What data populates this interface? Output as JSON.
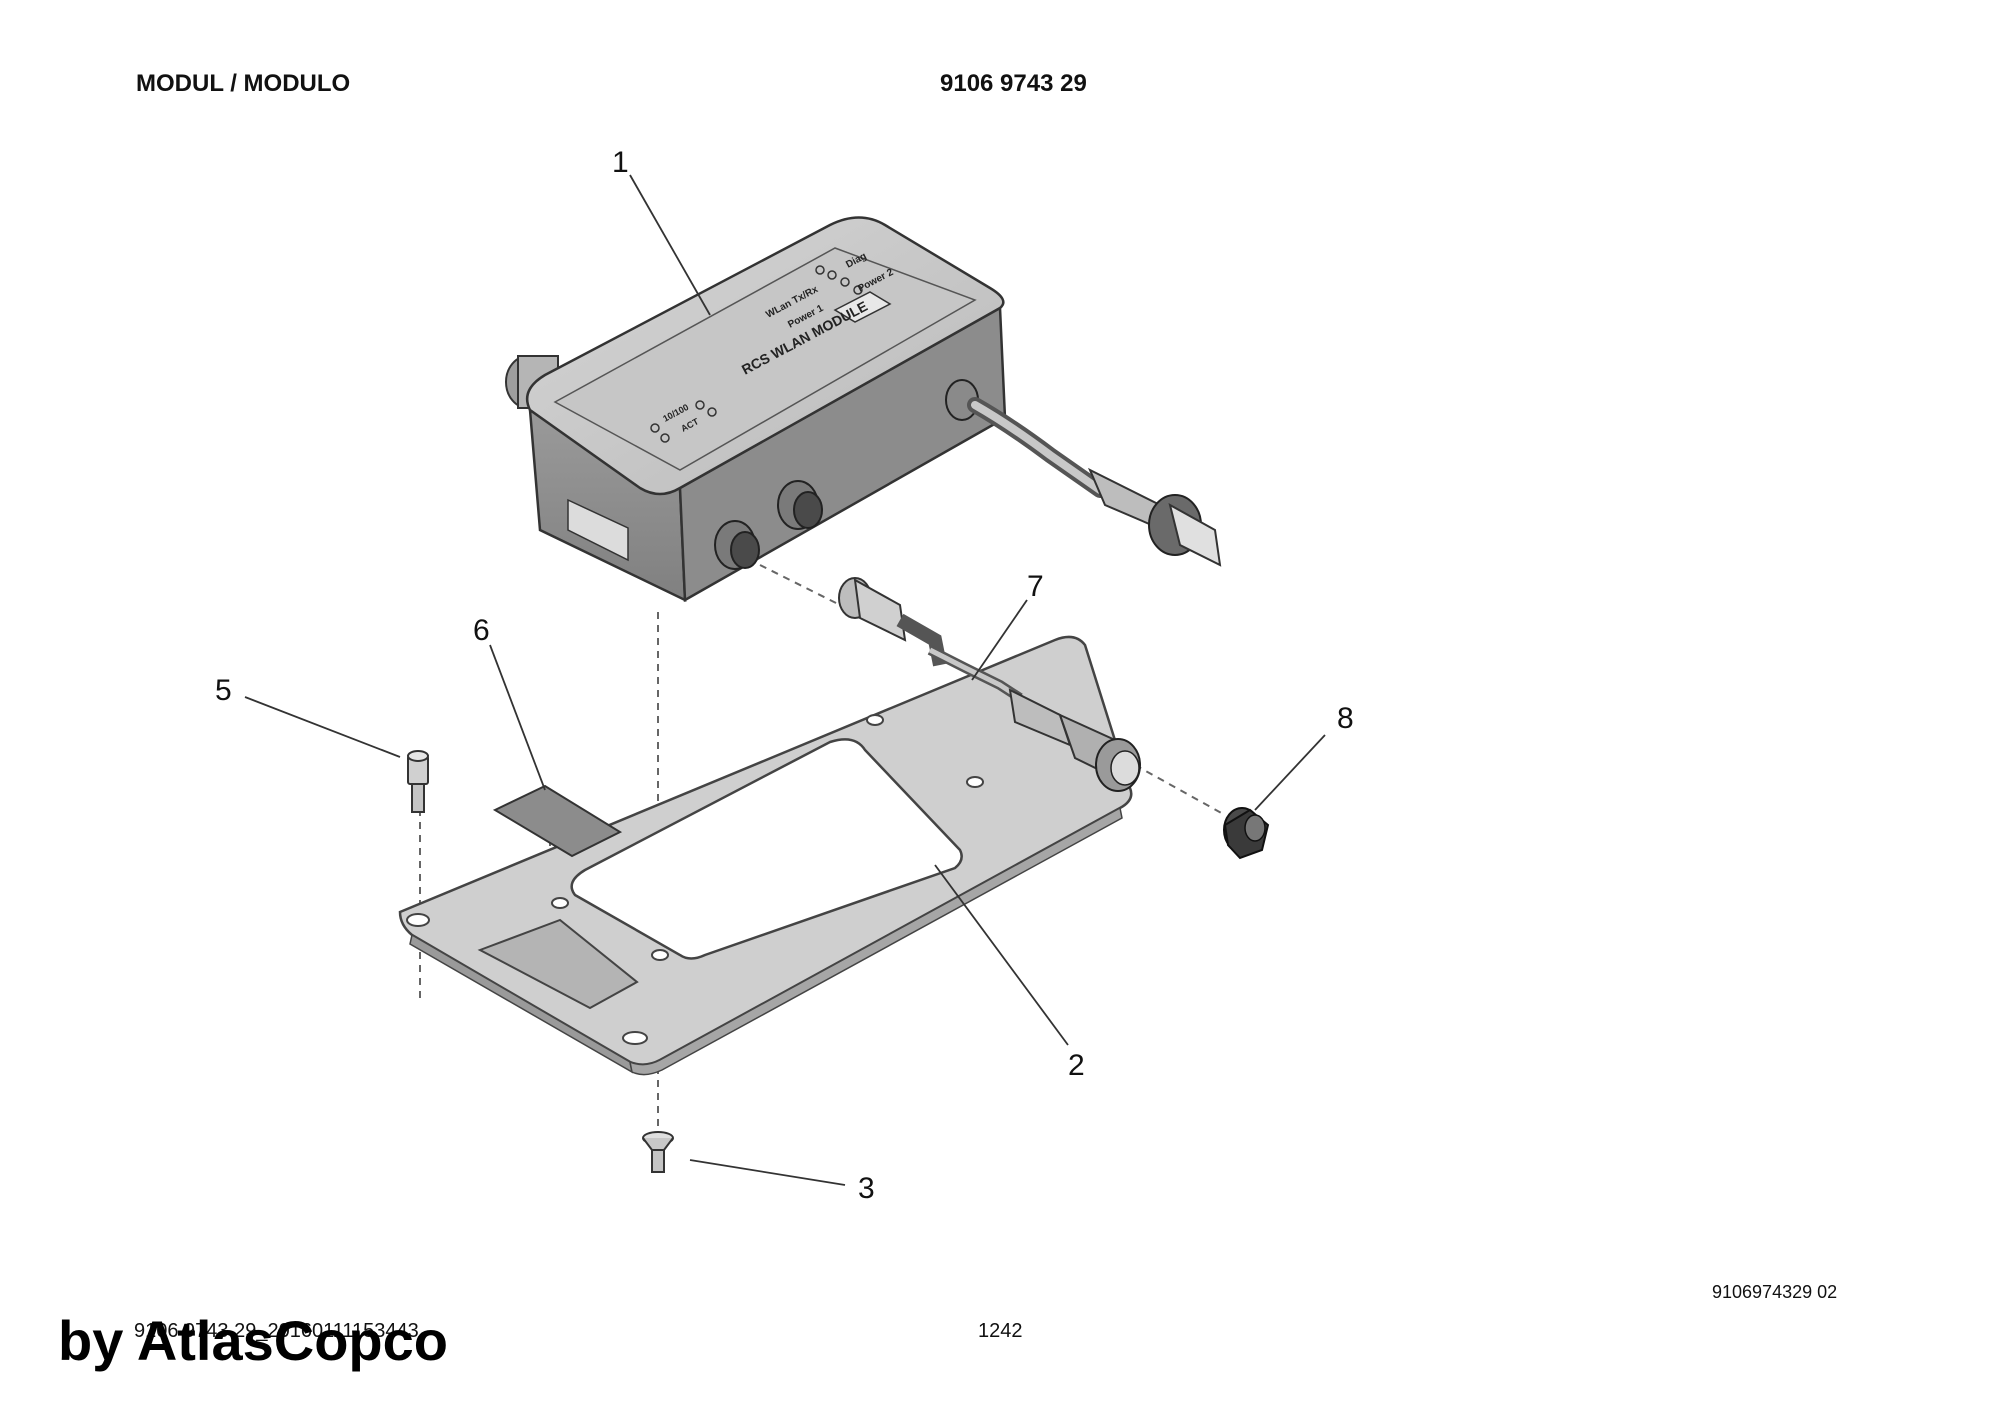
{
  "header": {
    "title": "MODUL / MODULO",
    "part_number": "9106 9743 29"
  },
  "module_labels": {
    "product": "RCS WLAN MODULE",
    "leds_top": "WLan Tx/Rx",
    "diag": "Diag",
    "power1": "Power 1",
    "power2": "Power 2",
    "eth_speed": "10/100",
    "eth_act": "ACT"
  },
  "callouts": [
    "1",
    "2",
    "3",
    "5",
    "6",
    "7",
    "8"
  ],
  "footer": {
    "reference": "9106974329 02",
    "document_id": "9106 9743 29_20160111153443",
    "page": "1242",
    "watermark": "by AtlasCopco"
  }
}
